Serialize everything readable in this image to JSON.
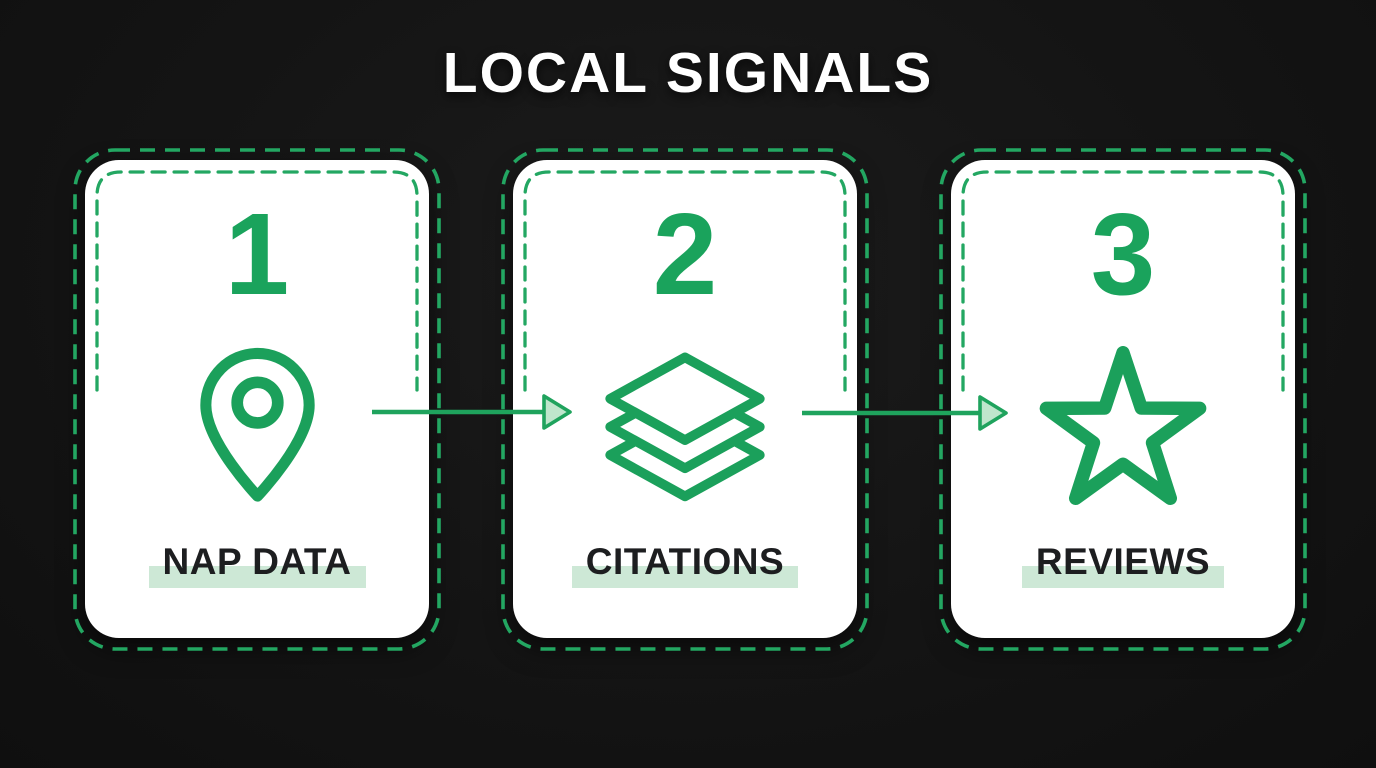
{
  "title": "LOCAL SIGNALS",
  "steps": [
    {
      "number": "1",
      "label": "NAP DATA",
      "icon": "location-pin-icon"
    },
    {
      "number": "2",
      "label": "CITATIONS",
      "icon": "layers-stack-icon"
    },
    {
      "number": "3",
      "label": "REVIEWS",
      "icon": "star-icon"
    }
  ],
  "arrows": [
    {
      "from": "NAP DATA",
      "to": "CITATIONS"
    },
    {
      "from": "CITATIONS",
      "to": "REVIEWS"
    }
  ],
  "colors": {
    "background": "#141414",
    "card": "#ffffff",
    "accent_green": "#1aa35c",
    "dash_green": "#23a762",
    "arrowhead_fill": "#bfe6cc",
    "label_text": "#1d1e20",
    "label_highlight": "#cde8d6",
    "title_text": "#ffffff"
  }
}
